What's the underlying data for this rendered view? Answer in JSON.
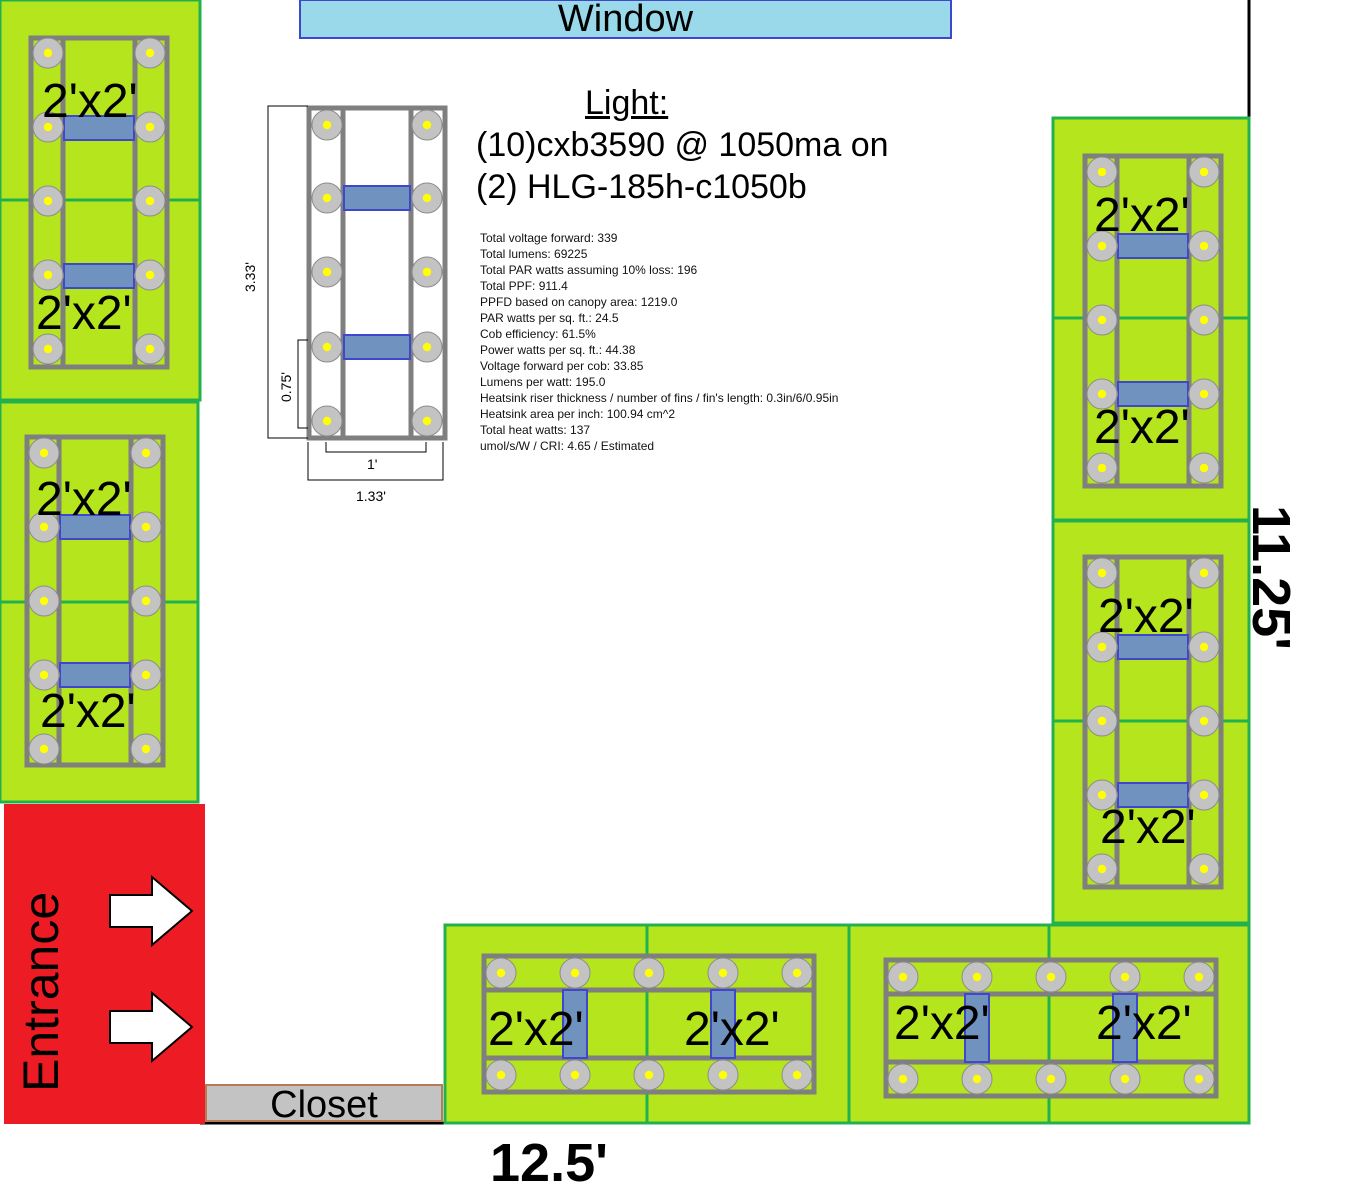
{
  "room": {
    "window_label": "Window",
    "entrance_label": "Entrance",
    "closet_label": "Closet",
    "width_label": "12.5'",
    "height_label": "11.25'"
  },
  "light": {
    "title": "Light:",
    "line1": "(10)cxb3590 @ 1050ma on",
    "line2": "(2) HLG-185h-c1050b",
    "specs": [
      "Total voltage forward: 339",
      "Total lumens: 69225",
      "Total PAR watts assuming 10% loss: 196",
      "Total PPF: 911.4",
      "PPFD based on canopy area: 1219.0",
      "PAR watts per sq. ft.: 24.5",
      "Cob efficiency: 61.5%",
      "Power watts per sq. ft.: 44.38",
      "Voltage forward per cob: 33.85",
      "Lumens per watt: 195.0",
      "Heatsink riser thickness / number of fins / fin's length: 0.3in/6/0.95in",
      "Heatsink area per inch: 100.94 cm^2",
      "Total heat watts: 137",
      "umol/s/W / CRI: 4.65 / Estimated"
    ]
  },
  "fixture_dims": {
    "length": "3.33'",
    "spacing": "0.75'",
    "inner_width": "1'",
    "outer_width": "1.33'"
  },
  "tray_label": "2'x2'",
  "colors": {
    "tray_green": "#b5e61d",
    "tray_border": "#22b14c",
    "window_blue": "#99d9ea",
    "window_border": "#3f48cc",
    "entrance_red": "#ed1c24",
    "closet_gray": "#c3c3c3",
    "closet_border": "#b97a57",
    "frame_gray": "#7f7f7f",
    "driver_blue": "#7092be",
    "driver_border": "#3f48cc",
    "cob_gray": "#c3c3c3",
    "cob_center": "#ffff00"
  }
}
